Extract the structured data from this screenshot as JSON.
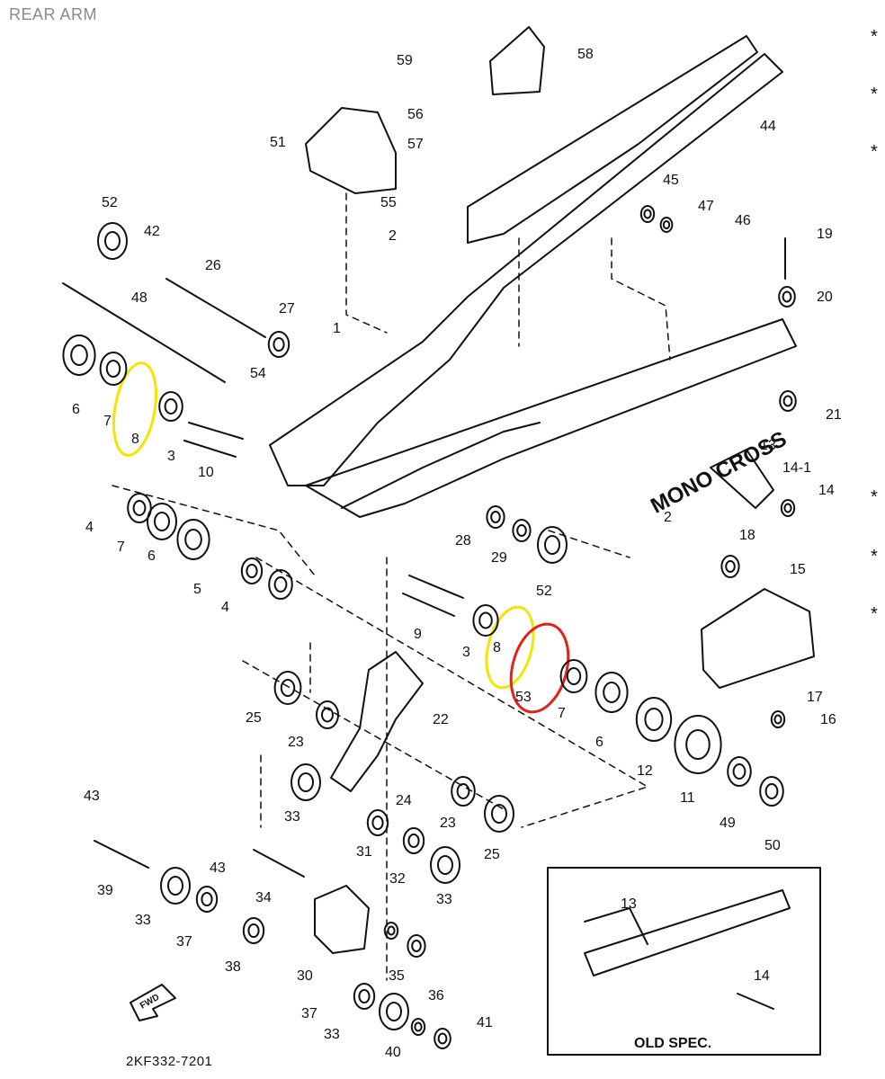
{
  "header": {
    "title": "REAR ARM"
  },
  "footer": {
    "code": "2KF332-7201"
  },
  "inset": {
    "caption": "OLD SPEC.",
    "labels": [
      "13",
      "14"
    ]
  },
  "emblem": {
    "text": "MONO CROSS",
    "fwd": "FWD"
  },
  "markers": {
    "star": "*"
  },
  "highlight_colors": {
    "yellow": "#f2e600",
    "red": "#e0221b"
  },
  "part_labels": {
    "l1": "1",
    "l2a": "2",
    "l2b": "2",
    "l2c": "2",
    "l3a": "3",
    "l3b": "3",
    "l4a": "4",
    "l4b": "4",
    "l5": "5",
    "l6a": "6",
    "l6b": "6",
    "l6c": "6",
    "l7a": "7",
    "l7b": "7",
    "l7c": "7",
    "l8a": "8",
    "l8b": "8",
    "l9": "9",
    "l10": "10",
    "l11": "11",
    "l12": "12",
    "l13": "13",
    "l14": "14",
    "l14_1": "14-1",
    "l15": "15",
    "l16": "16",
    "l17": "17",
    "l18": "18",
    "l19": "19",
    "l20": "20",
    "l21": "21",
    "l22": "22",
    "l23a": "23",
    "l23b": "23",
    "l24": "24",
    "l25a": "25",
    "l25b": "25",
    "l26": "26",
    "l27": "27",
    "l28": "28",
    "l29": "29",
    "l30": "30",
    "l31": "31",
    "l32": "32",
    "l33a": "33",
    "l33b": "33",
    "l33c": "33",
    "l33d": "33",
    "l34": "34",
    "l35": "35",
    "l36": "36",
    "l37a": "37",
    "l37b": "37",
    "l38": "38",
    "l39": "39",
    "l40": "40",
    "l41": "41",
    "l42": "42",
    "l43a": "43",
    "l43b": "43",
    "l44": "44",
    "l45": "45",
    "l46": "46",
    "l47": "47",
    "l48": "48",
    "l49": "49",
    "l50": "50",
    "l51": "51",
    "l52a": "52",
    "l52b": "52",
    "l53": "53",
    "l54": "54",
    "l55": "55",
    "l56": "56",
    "l57": "57",
    "l58": "58",
    "l59": "59"
  }
}
